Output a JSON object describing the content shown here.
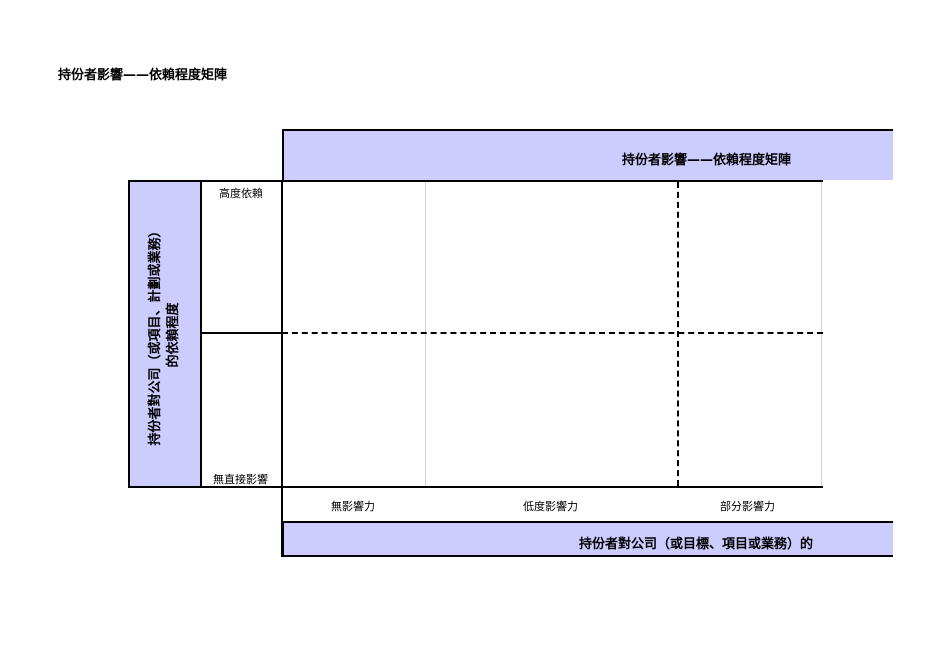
{
  "document": {
    "title": "持份者影響——依賴程度矩陣"
  },
  "matrix": {
    "top_banner_title": "持份者影響——依賴程度矩陣",
    "bottom_banner_title": "持份者對公司（或目標、項目或業務）的",
    "left_banner_line1": "持份者對公司（或項目、計劃或業務）",
    "left_banner_line2": "的依賴程度",
    "y_labels": {
      "high": "高度依賴",
      "none": "無直接影響"
    },
    "x_labels": {
      "none": "無影響力",
      "low": "低度影響力",
      "partial": "部分影響力"
    },
    "colors": {
      "banner_fill": "#ccccff",
      "line": "#000000",
      "light_line": "#cfcfcf"
    }
  }
}
